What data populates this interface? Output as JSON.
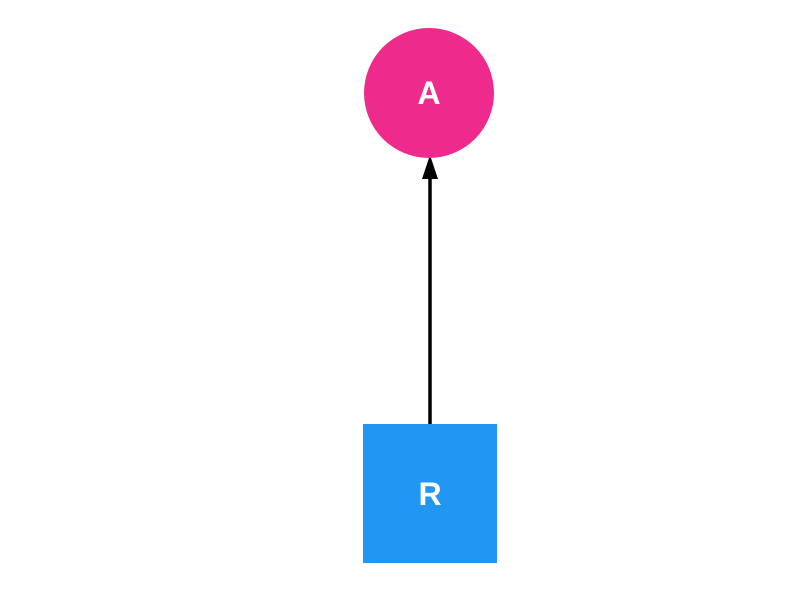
{
  "canvas": {
    "background": "#FFFFFF"
  },
  "diagram": {
    "nodes": {
      "a": {
        "label": "A",
        "shape": "circle",
        "fill": "#EE2A8C",
        "text_color": "#FFFFFF"
      },
      "r": {
        "label": "R",
        "shape": "square",
        "fill": "#2196F3",
        "text_color": "#FFFFFF"
      }
    },
    "edge": {
      "from": "R",
      "to": "A",
      "direction": "up",
      "color": "#000000"
    }
  }
}
